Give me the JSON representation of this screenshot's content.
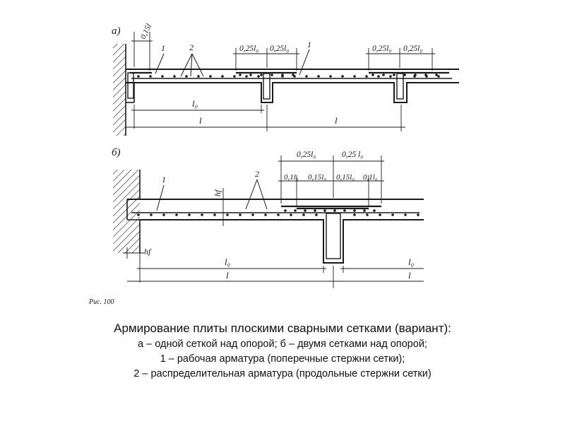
{
  "figure": {
    "part_a": {
      "label": "а)",
      "callouts": [
        "1",
        "2",
        "1"
      ],
      "dims_top": [
        "0,15l",
        "0,25l₀",
        "0,25l₀",
        "0,25l₀",
        "0,25l₀"
      ],
      "dims_bottom": [
        "l₀",
        "l",
        "l"
      ]
    },
    "part_b": {
      "label": "б)",
      "callouts": [
        "1",
        "2"
      ],
      "dims_top_row1": [
        "0,25l₀",
        "0,25 l₀"
      ],
      "dims_top_row2": [
        "0,1l₀",
        "0,15l₀",
        "0,15l₀",
        "0,1l₀"
      ],
      "hf_labels": [
        "hf",
        "hf"
      ],
      "dims_bottom": [
        "l₀",
        "l₀",
        "l",
        "l"
      ]
    },
    "fig_number": "Рис. 100"
  },
  "caption": {
    "title": "Армирование плиты плоскими сварными сетками (вариант):",
    "line1": "а – одной сеткой над опорой; б – двумя сетками над опорой;",
    "line2": "1 – рабочая арматура (поперечные стержни сетки);",
    "line3": "2 – распределительная арматура (продольные стержни сетки)"
  },
  "colors": {
    "ink": "#1a1a1a",
    "background": "#ffffff"
  }
}
